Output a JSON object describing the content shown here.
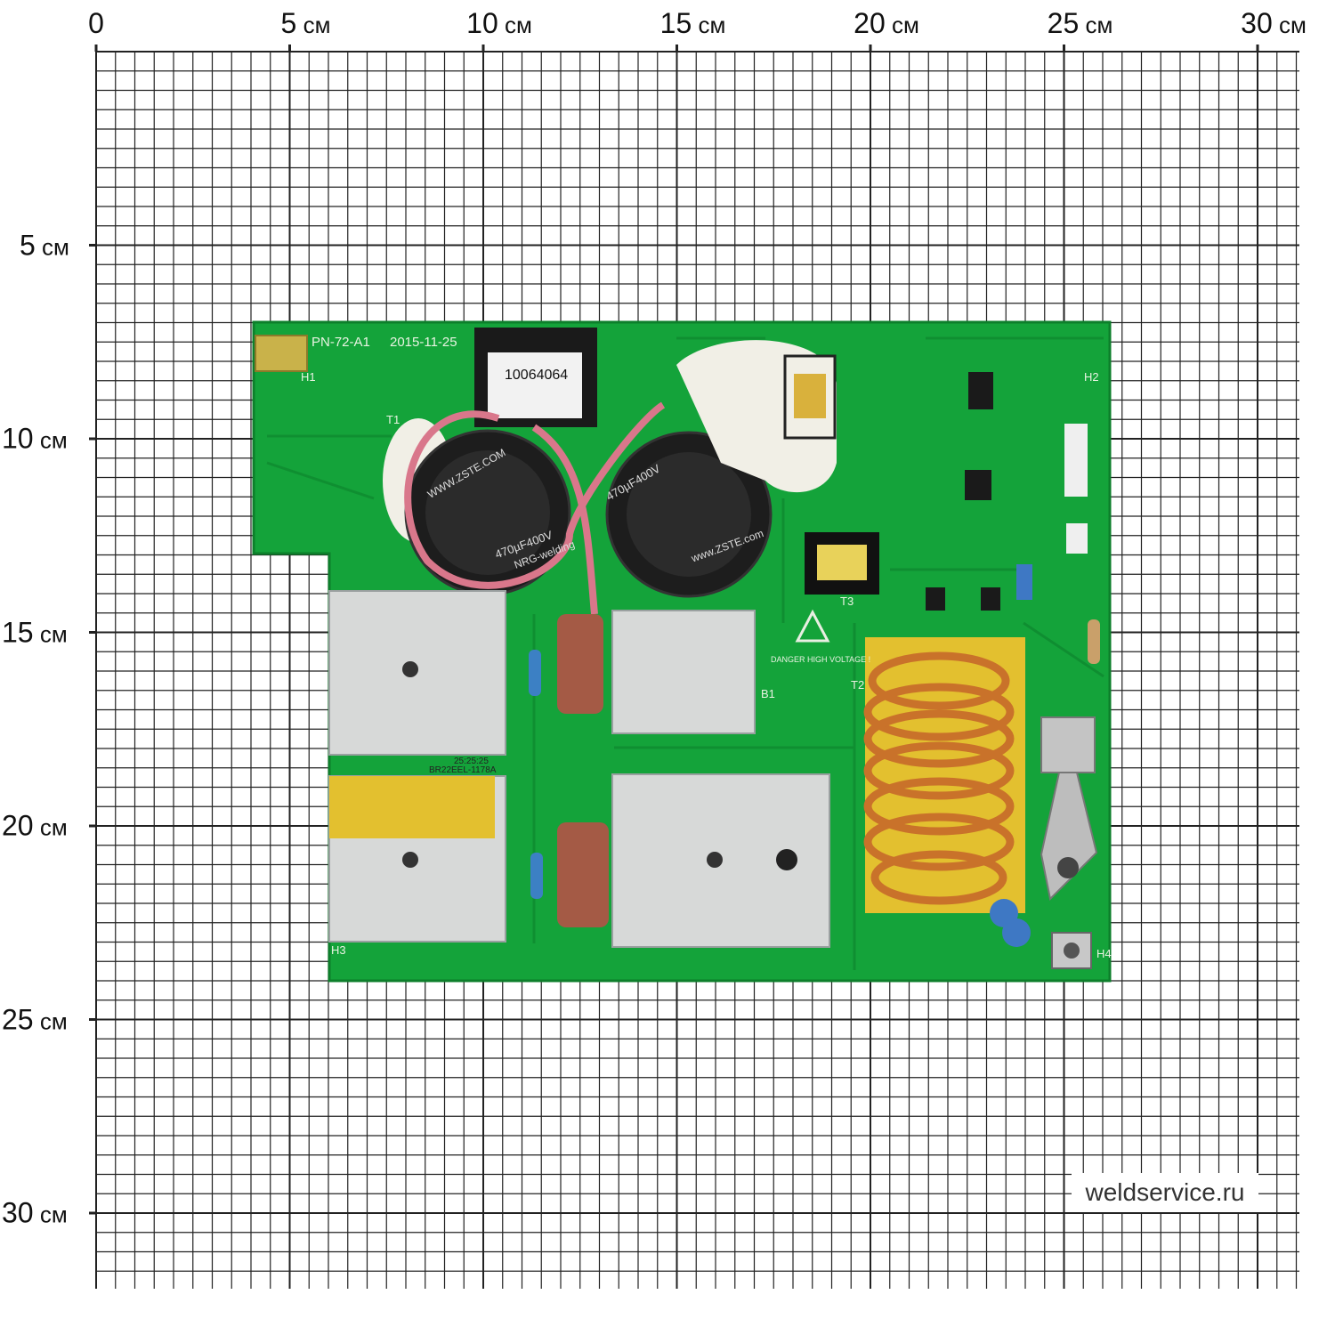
{
  "ruler": {
    "unit": "см",
    "top_marks": [
      "0",
      "5",
      "10",
      "15",
      "20",
      "25",
      "30"
    ],
    "left_marks": [
      "5",
      "10",
      "15",
      "20",
      "25",
      "30"
    ]
  },
  "watermark": "weldservice.ru",
  "board": {
    "model": "PN-72-A1",
    "date": "2015-11-25",
    "sticker_number": "10064064",
    "capacitor_left_brand": "WWW.ZSTE.COM",
    "capacitor_left_rating": "470µF400V",
    "capacitor_left_maker": "NRG-welding",
    "capacitor_right_brand": "www.ZSTE.com",
    "capacitor_right_rating": "470µF400V",
    "transformer_label_top": "25:25:25",
    "transformer_label_bottom": "BR22EEL-1178A",
    "warning": "DANGER HIGH VOLTAGE !",
    "silk_h1": "H1",
    "silk_h2": "H2",
    "silk_h3": "H3",
    "silk_h4": "H4",
    "silk_t1": "T1",
    "silk_t2": "T2",
    "silk_t3": "T3",
    "silk_b1": "B1"
  },
  "colors": {
    "pcb_green": "#14a33a",
    "pcb_dark": "#0d7f2b",
    "aluminum": "#d7d9d8",
    "copper": "#c9722a",
    "grid_line": "#222222"
  }
}
